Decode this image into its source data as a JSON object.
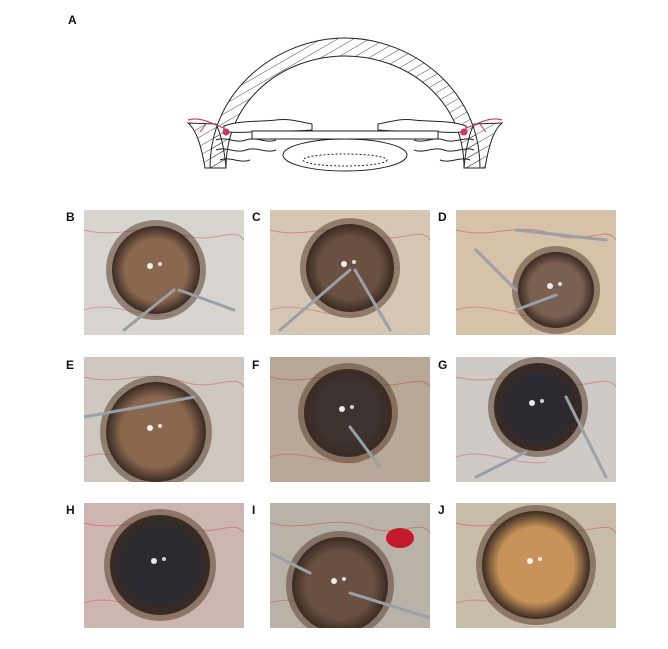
{
  "figure": {
    "panel_labels": [
      "A",
      "B",
      "C",
      "D",
      "E",
      "F",
      "G",
      "H",
      "I",
      "J"
    ]
  },
  "colors": {
    "sclera": "#d9cfc6",
    "iris": "#5a4030",
    "pupil_orange": "#c7935a",
    "blood": "#c21a2a",
    "suture": "#c7366a",
    "instrument": "#9aa0a6"
  }
}
